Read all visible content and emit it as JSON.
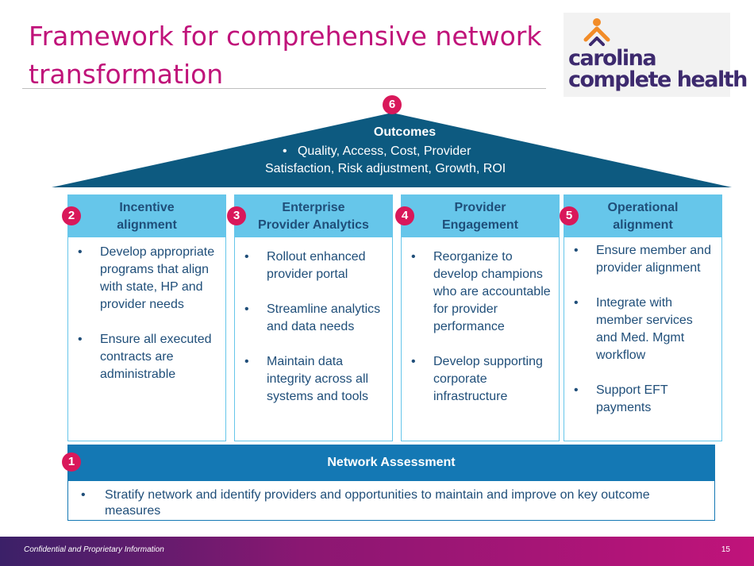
{
  "slide": {
    "title": "Framework for comprehensive network transformation",
    "logo": {
      "line1": "carolina",
      "line2": "complete health",
      "brand_colors": [
        "#f28c28",
        "#3d2a6e"
      ]
    },
    "outcomes": {
      "number": "6",
      "title": "Outcomes",
      "bullet": "•",
      "line1": "Quality, Access, Cost, Provider",
      "line2": "Satisfaction, Risk adjustment, Growth, ROI"
    },
    "columns": [
      {
        "number": "2",
        "title_line1": "Incentive",
        "title_line2": "alignment",
        "bullets": [
          "Develop appropriate programs that align with state, HP and provider needs",
          "Ensure all executed contracts are administrable"
        ]
      },
      {
        "number": "3",
        "title_line1": "Enterprise",
        "title_line2": "Provider Analytics",
        "bullets": [
          "Rollout enhanced provider portal",
          "Streamline analytics and data needs",
          "Maintain data integrity across all systems and tools"
        ]
      },
      {
        "number": "4",
        "title_line1": "Provider",
        "title_line2": "Engagement",
        "bullets": [
          "Reorganize to develop champions who are accountable for provider performance",
          "Develop supporting corporate infrastructure"
        ]
      },
      {
        "number": "5",
        "title_line1": "Operational",
        "title_line2": "alignment",
        "bullets": [
          "Ensure member and provider alignment",
          "Integrate with member services and Med. Mgmt workflow",
          "Support EFT payments"
        ]
      }
    ],
    "network": {
      "number": "1",
      "title": "Network Assessment",
      "bullet": "•",
      "text": "Stratify network and identify providers and opportunities to maintain and improve on key outcome measures"
    },
    "footer": {
      "confidential": "Confidential and Proprietary Information",
      "page_number": "15"
    },
    "colors": {
      "title": "#c0137a",
      "badge": "#d9185a",
      "roof": "#0d5a80",
      "column_header": "#66c6ea",
      "text": "#1f4e79",
      "network_header": "#1478b4"
    }
  }
}
